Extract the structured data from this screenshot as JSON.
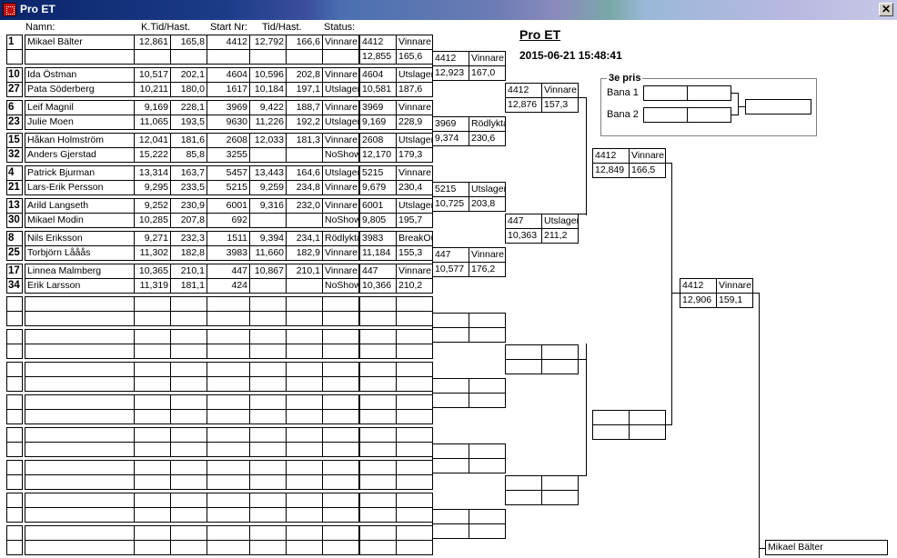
{
  "window": {
    "title": "Pro ET",
    "close": "✕"
  },
  "headers": {
    "name": "Namn:",
    "ktid": "K.Tid/Hast.",
    "start": "Start Nr:",
    "tid": "Tid/Hast.",
    "status": "Status:"
  },
  "event": {
    "title": "Pro ET",
    "datetime": "2015-06-21 15:48:41"
  },
  "third": {
    "title": "3e pris",
    "lane1": "Bana 1",
    "lane2": "Bana 2"
  },
  "racers": [
    {
      "no": "1",
      "name": "Mikael Bälter",
      "kt": "12,861",
      "ks": "165,8",
      "sn": "4412",
      "t": "12,792",
      "s": "166,6",
      "st": "Vinnare"
    },
    {
      "no": "",
      "name": "",
      "kt": "",
      "ks": "",
      "sn": "",
      "t": "",
      "s": "",
      "st": ""
    },
    {
      "no": "10",
      "name": "Ida Östman",
      "kt": "10,517",
      "ks": "202,1",
      "sn": "4604",
      "t": "10,596",
      "s": "202,8",
      "st": "Vinnare"
    },
    {
      "no": "27",
      "name": "Pata Söderberg",
      "kt": "10,211",
      "ks": "180,0",
      "sn": "1617",
      "t": "10,184",
      "s": "197,1",
      "st": "Utslagen"
    },
    {
      "no": "6",
      "name": "Leif Magnil",
      "kt": "9,169",
      "ks": "228,1",
      "sn": "3969",
      "t": "9,422",
      "s": "188,7",
      "st": "Vinnare"
    },
    {
      "no": "23",
      "name": "Julie Moen",
      "kt": "11,065",
      "ks": "193,5",
      "sn": "9630",
      "t": "11,226",
      "s": "192,2",
      "st": "Utslagen"
    },
    {
      "no": "15",
      "name": "Håkan Holmström",
      "kt": "12,041",
      "ks": "181,6",
      "sn": "2608",
      "t": "12,033",
      "s": "181,3",
      "st": "Vinnare"
    },
    {
      "no": "32",
      "name": "Anders Gjerstad",
      "kt": "15,222",
      "ks": "85,8",
      "sn": "3255",
      "t": "",
      "s": "",
      "st": "NoShow"
    },
    {
      "no": "4",
      "name": "Patrick Bjurman",
      "kt": "13,314",
      "ks": "163,7",
      "sn": "5457",
      "t": "13,443",
      "s": "164,6",
      "st": "Utslagen"
    },
    {
      "no": "21",
      "name": "Lars-Erik Persson",
      "kt": "9,295",
      "ks": "233,5",
      "sn": "5215",
      "t": "9,259",
      "s": "234,8",
      "st": "Vinnare"
    },
    {
      "no": "13",
      "name": "Arild Langseth",
      "kt": "9,252",
      "ks": "230,9",
      "sn": "6001",
      "t": "9,316",
      "s": "232,0",
      "st": "Vinnare"
    },
    {
      "no": "30",
      "name": "Mikael Modin",
      "kt": "10,285",
      "ks": "207,8",
      "sn": "692",
      "t": "",
      "s": "",
      "st": "NoShow"
    },
    {
      "no": "8",
      "name": "Nils Eriksson",
      "kt": "9,271",
      "ks": "232,3",
      "sn": "1511",
      "t": "9,394",
      "s": "234,1",
      "st": "Rödlykta"
    },
    {
      "no": "25",
      "name": "Torbjörn Lååås",
      "kt": "11,302",
      "ks": "182,8",
      "sn": "3983",
      "t": "11,660",
      "s": "182,9",
      "st": "Vinnare"
    },
    {
      "no": "17",
      "name": "Linnea Malmberg",
      "kt": "10,365",
      "ks": "210,1",
      "sn": "447",
      "t": "10,867",
      "s": "210,1",
      "st": "Vinnare"
    },
    {
      "no": "34",
      "name": "Erik Larsson",
      "kt": "11,319",
      "ks": "181,1",
      "sn": "424",
      "t": "",
      "s": "",
      "st": "NoShow"
    }
  ],
  "r1": [
    {
      "a": "4412",
      "b": "Vinnare"
    },
    {
      "a": "12,855",
      "b": "165,6"
    },
    {
      "a": "4604",
      "b": "Utslagen"
    },
    {
      "a": "10,581",
      "b": "187,6"
    },
    {
      "a": "3969",
      "b": "Vinnare"
    },
    {
      "a": "9,169",
      "b": "228,9"
    },
    {
      "a": "2608",
      "b": "Utslagen"
    },
    {
      "a": "12,170",
      "b": "179,3"
    },
    {
      "a": "5215",
      "b": "Vinnare"
    },
    {
      "a": "9,679",
      "b": "230,4"
    },
    {
      "a": "6001",
      "b": "Utslagen"
    },
    {
      "a": "9,805",
      "b": "195,7"
    },
    {
      "a": "3983",
      "b": "BreakOut"
    },
    {
      "a": "11,184",
      "b": "155,3"
    },
    {
      "a": "447",
      "b": "Vinnare"
    },
    {
      "a": "10,366",
      "b": "210,2"
    }
  ],
  "r2": [
    {
      "a": "4412",
      "b": "Vinnare"
    },
    {
      "a": "12,923",
      "b": "167,0"
    },
    {
      "a": "3969",
      "b": "Rödlykta"
    },
    {
      "a": "9,374",
      "b": "230,6"
    },
    {
      "a": "5215",
      "b": "Utslagen"
    },
    {
      "a": "10,725",
      "b": "203,8"
    },
    {
      "a": "447",
      "b": "Vinnare"
    },
    {
      "a": "10,577",
      "b": "176,2"
    }
  ],
  "r3": [
    {
      "a": "4412",
      "b": "Vinnare"
    },
    {
      "a": "12,876",
      "b": "157,3"
    },
    {
      "a": "447",
      "b": "Utslagen"
    },
    {
      "a": "10,363",
      "b": "211,2"
    }
  ],
  "r4": [
    {
      "a": "4412",
      "b": "Vinnare"
    },
    {
      "a": "12,849",
      "b": "166,5"
    }
  ],
  "r5": [
    {
      "a": "4412",
      "b": "Vinnare"
    },
    {
      "a": "12,906",
      "b": "159,1"
    }
  ],
  "winner": "Mikael Bälter"
}
